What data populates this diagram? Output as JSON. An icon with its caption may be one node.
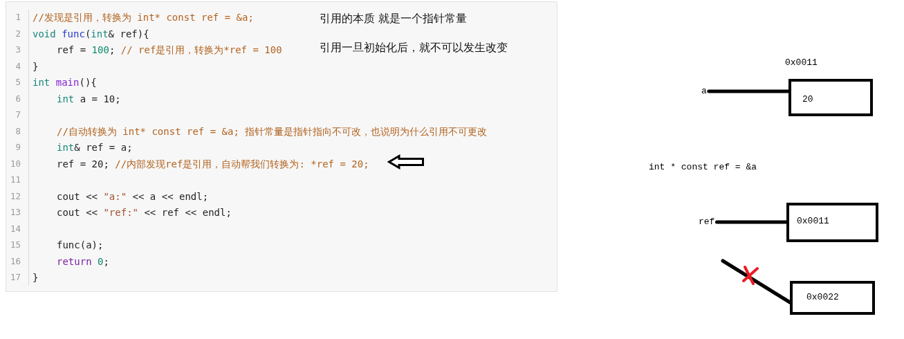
{
  "diagram": {
    "nodes": [
      {
        "text": [
          "a"
        ]
      },
      {
        "text": [
          "20"
        ],
        "beside": [
          "0x0011"
        ]
      },
      {
        "text": [
          "ref"
        ]
      },
      {
        "text": [
          "0x0011"
        ]
      },
      {
        "text": [
          "0x0022"
        ]
      }
    ],
    "edges": [
      {
        "from": 0,
        "to": 1,
        "arrow": "none"
      },
      {
        "from": 2,
        "to": 3,
        "arrow": "none"
      },
      {
        "from": null,
        "to": 4,
        "arrow": "none"
      }
    ],
    "labels": [
      "1",
      "//发现是引用，转换为 int* const ref = &a;",
      "2",
      "void func(int& ref){",
      "3",
      "ref = 100; // ref是引用，转换为*ref = 100",
      "4",
      "}",
      "5",
      "int main(){",
      "6",
      "int a = 10;",
      "7",
      "8",
      "//自动转换为 int* const ref = &a; 指针常量是指针指向不可改，也说明为什么引用不可更改",
      "9",
      "int& ref = a;",
      "10",
      "ref = 20; //内部发现ref是引用，自动帮我们转换为: *ref = 20;",
      "11",
      "12",
      "cout << \"a:\" << a << endl;",
      "13",
      "cout << \"ref:\" << ref << endl;",
      "14",
      "15",
      "func(a);",
      "16",
      "return 0;",
      "17",
      "}",
      "引用的本质 就是一个指针常量",
      "引用一旦初始化后，就不可以发生改变",
      "int * const ref = &a"
    ]
  }
}
